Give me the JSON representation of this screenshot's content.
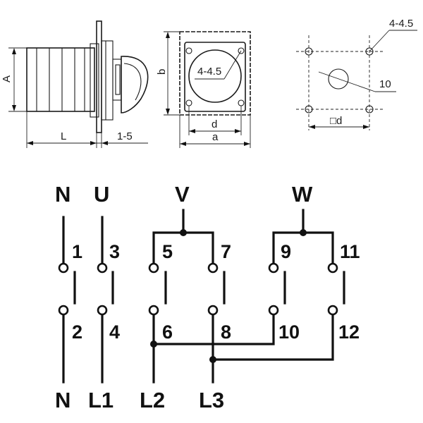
{
  "dimensions": {
    "side_view": {
      "height_label": "A",
      "length_label": "L",
      "panel_label": "1-5"
    },
    "front_view": {
      "height_label": "b",
      "inner_width_label": "d",
      "outer_width_label": "a",
      "hole_label": "4-4.5"
    },
    "cutout": {
      "hole_label": "4-4.5",
      "center_hole_label": "10",
      "square_label": "□d"
    }
  },
  "wiring": {
    "top_labels": [
      "N",
      "U",
      "V",
      "W"
    ],
    "bottom_labels": [
      "N",
      "L1",
      "L2",
      "L3"
    ],
    "terminals": [
      "1",
      "2",
      "3",
      "4",
      "5",
      "6",
      "7",
      "8",
      "9",
      "10",
      "11",
      "12"
    ]
  }
}
